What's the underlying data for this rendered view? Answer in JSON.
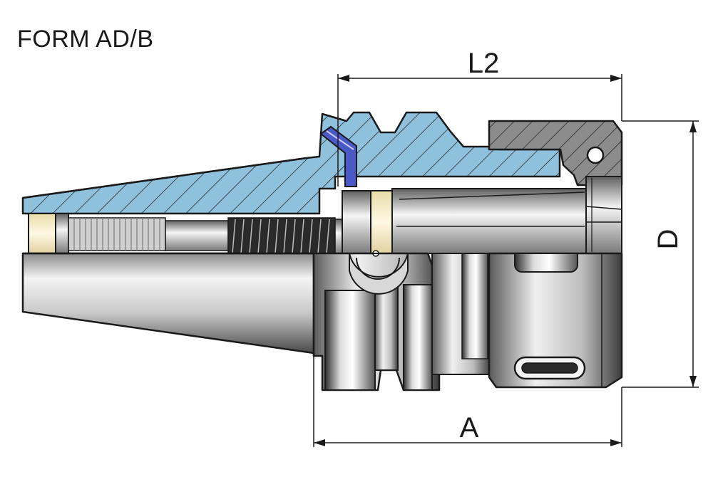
{
  "title": "FORM AD/B",
  "dimensions": {
    "L2": "L2",
    "A": "A",
    "D": "D"
  },
  "colors": {
    "section_fill": "#8fc0dc",
    "steel_light": "#f2f2f2",
    "steel_mid": "#b8b8b8",
    "steel_dark": "#3a3a3a",
    "outline": "#1a1a1a",
    "bore_yellow": "#f5eed0",
    "pin_blue": "#4a58c8",
    "nut_section": "#8c8c8c"
  }
}
